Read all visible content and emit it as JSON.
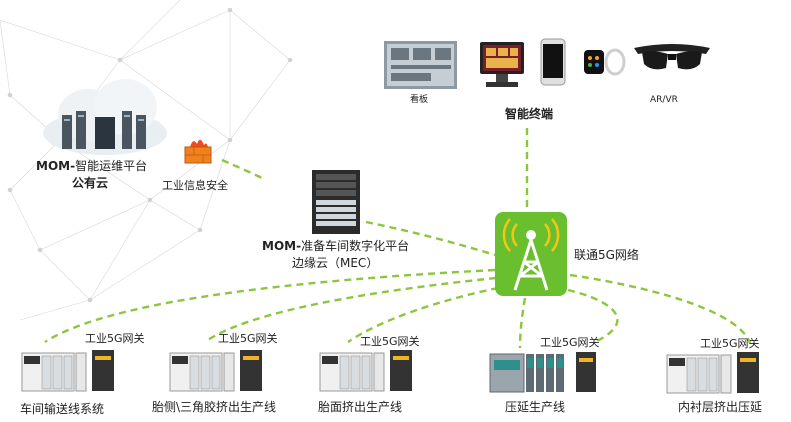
{
  "cloud": {
    "platform_label": "MOM-智能运维平台",
    "platform_prefix": "MOM-",
    "platform_suffix": "智能运维平台",
    "cloud_label": "公有云"
  },
  "security": {
    "label": "工业信息安全"
  },
  "edge": {
    "label_prefix": "MOM-",
    "label_suffix": "准备车间数字化平台",
    "label2": "边缘云（MEC）"
  },
  "network": {
    "label": "联通5G网络"
  },
  "terminals": {
    "title": "智能终端",
    "kanban": "看板",
    "arvr": "AR/VR"
  },
  "gateways": {
    "label": "工业5G网关",
    "lines": [
      "车间输送线系统",
      "胎侧\\三角胶挤出生产线",
      "胎面挤出生产线",
      "压延生产线",
      "内衬层挤出压延"
    ]
  },
  "colors": {
    "link": "#8cc63f",
    "tower_bg": "#6abf2e",
    "fire": "#f0821e"
  }
}
